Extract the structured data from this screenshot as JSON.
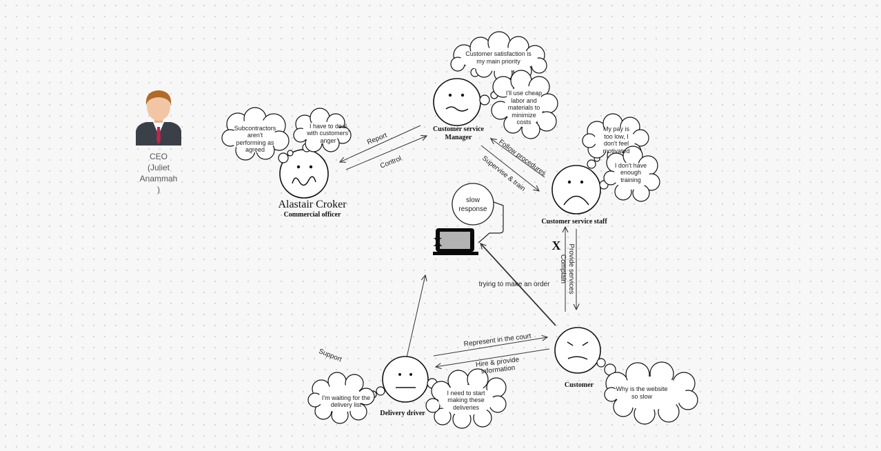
{
  "ceo": {
    "name": "CEO\n(Juliet\nAnammah\n)"
  },
  "people": {
    "commercial": {
      "name": "Alastair Croker",
      "role": "Commercial officer"
    },
    "manager": {
      "role_line1": "Customer service",
      "role_line2": "Manager"
    },
    "staff": {
      "role": "Customer service staff"
    },
    "customer": {
      "role": "Customer"
    },
    "driver": {
      "role": "Delivery driver"
    }
  },
  "thoughts": {
    "subcontractors": [
      "Subcontractors",
      "aren't",
      "performing as",
      "agreed"
    ],
    "anger": [
      "I have to deal",
      "with customers'",
      "anger"
    ],
    "satisfaction": [
      "Customer satisfaction is",
      "my main priority"
    ],
    "cheap": [
      "I'll use cheap",
      "labor and",
      "materials to",
      "minimize",
      "costs"
    ],
    "pay": [
      "My pay is",
      "too low, I",
      "don't feel",
      "motivated"
    ],
    "training": [
      "I don't have",
      "enough",
      "training"
    ],
    "slow": [
      "slow",
      "response"
    ],
    "website": [
      "Why is the website",
      "so slow"
    ],
    "waiting": [
      "I'm waiting for the",
      "delivery list"
    ],
    "start": [
      "I need to start",
      "making these",
      "deliveries"
    ]
  },
  "edges": {
    "report": "Report",
    "control": "Control",
    "follow": "Follow procedures",
    "supervise": "Supervise & train",
    "provide": "Provide services",
    "complain": "Complain",
    "trying": "trying to make an order",
    "represent": "Represent in the court",
    "hire1": "Hire & provide",
    "hire2": "information",
    "support": "Support"
  },
  "marks": {
    "x1": "X",
    "x2": "X"
  }
}
